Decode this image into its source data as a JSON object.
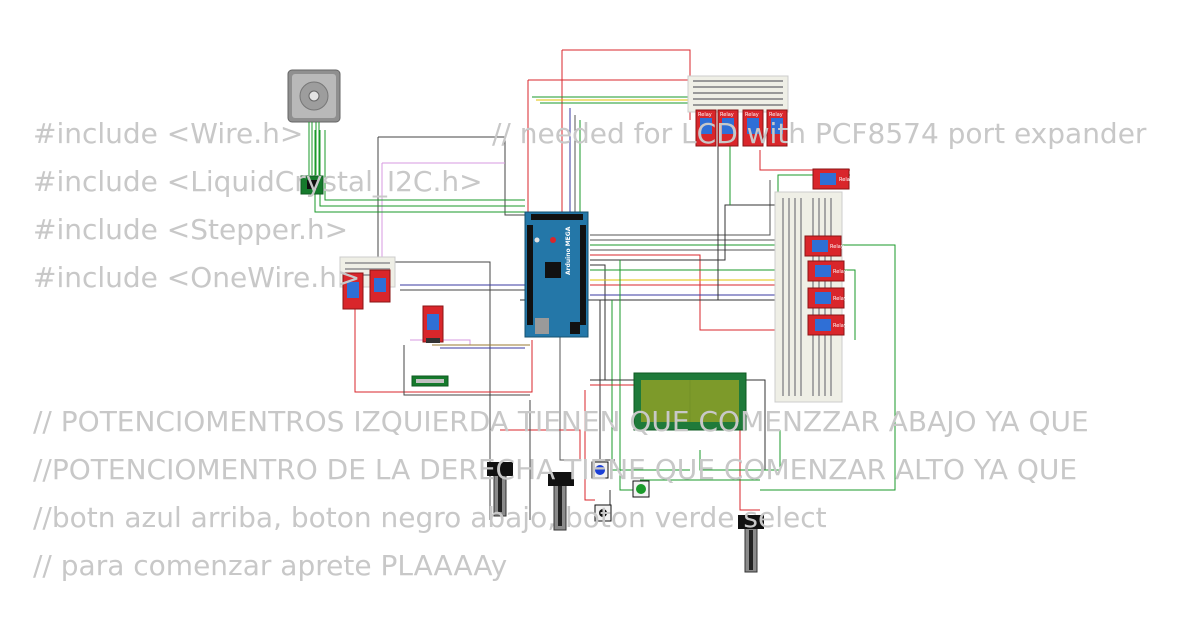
{
  "code": {
    "lines": [
      "#include <Wire.h>",
      "#include <LiquidCrystal_I2C.h>",
      "#include <Stepper.h>",
      "#include <OneWire.h>",
      "// POTENCIOMENTROS IZQUIERDA TIENEN QUE COMENZZAR ABAJO YA QUE",
      "//POTENCIOMENTRO DE LA DERECHA TIENE QUE COMENZAR ALTO YA QUE",
      "//botn azul arriba, boton negro abajo, boton verde select",
      "// para comenzar aprete PLAAAAy"
    ],
    "comment_right": "// needed for LCD with PCF8574 port expander"
  },
  "components": {
    "board_label": "Arduino MEGA",
    "relay_label": "Relay",
    "colors": {
      "relay": "#d9262b",
      "relay_coil": "#2f6fd6",
      "board": "#2477a8",
      "lcd_frame": "#1f7a3a",
      "lcd_screen": "#7d9a2a",
      "breadboard": "#efefe6",
      "button_blue": "#1a3fd6",
      "button_green": "#1a9a2a",
      "button_black": "#111111"
    }
  }
}
